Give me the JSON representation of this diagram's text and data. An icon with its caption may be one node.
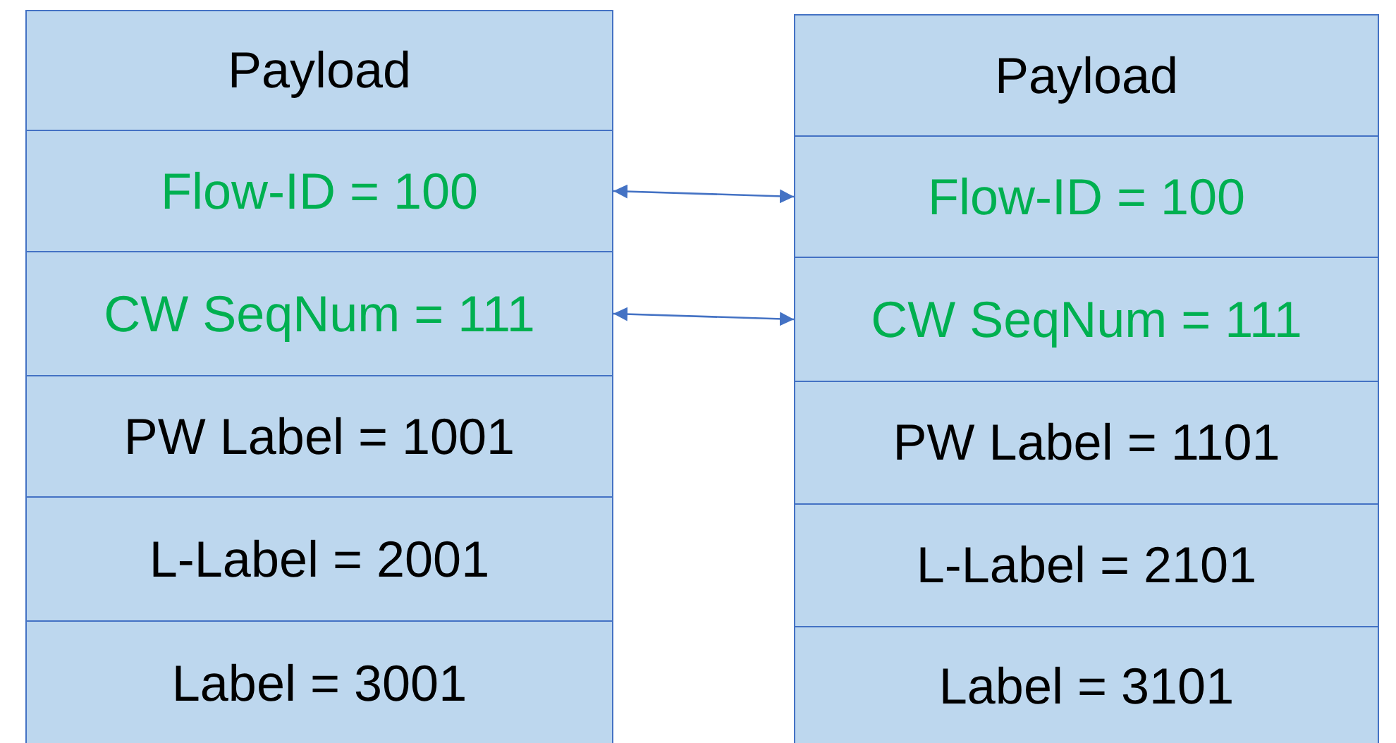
{
  "diagram": {
    "nodes": [
      {
        "text": [
          "Payload"
        ]
      },
      {
        "text": [
          "Flow-ID = 100"
        ]
      },
      {
        "text": [
          "CW SeqNum = 111"
        ]
      },
      {
        "text": [
          "PW Label = 1001"
        ]
      },
      {
        "text": [
          "L-Label = 2001"
        ]
      },
      {
        "text": [
          "Label = 3001"
        ]
      },
      {
        "text": [
          "Payload"
        ]
      },
      {
        "text": [
          "Flow-ID = 100"
        ]
      },
      {
        "text": [
          "CW SeqNum = 111"
        ]
      },
      {
        "text": [
          "PW Label = 1101"
        ]
      },
      {
        "text": [
          "L-Label = 2101"
        ]
      },
      {
        "text": [
          "Label = 3101"
        ]
      }
    ],
    "edges": [
      {
        "from": 1,
        "to": 7,
        "arrow": "both"
      },
      {
        "from": 2,
        "to": 8,
        "arrow": "both"
      }
    ]
  }
}
